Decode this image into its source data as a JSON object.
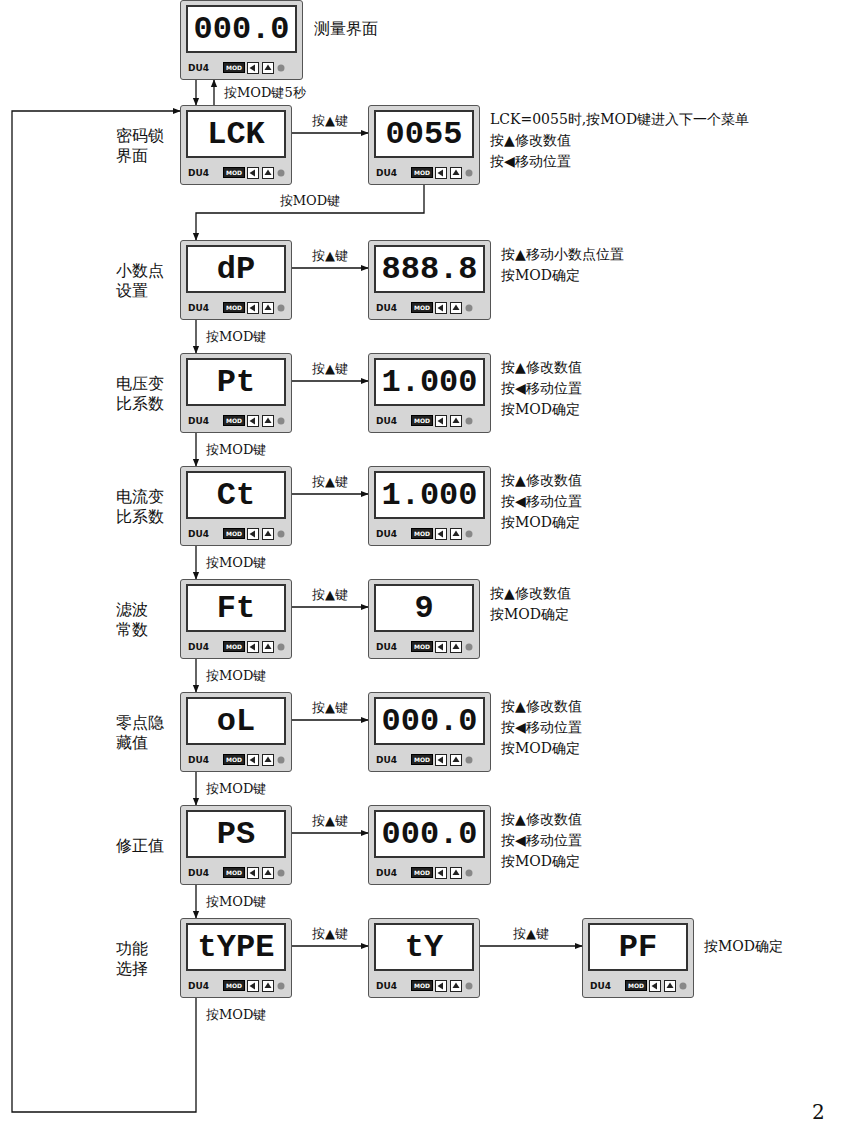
{
  "diagram": {
    "nodes": [
      {
        "text": [
          "测量界面",
          "000.0",
          "DU4",
          "MOD"
        ]
      },
      {
        "text": [
          "密码锁 界面",
          "LCK",
          "DU4",
          "MOD"
        ]
      },
      {
        "text": [
          "0055",
          "DU4",
          "MOD"
        ]
      },
      {
        "text": [
          "小数点 设置",
          "dP",
          "DU4",
          "MOD"
        ]
      },
      {
        "text": [
          "888.8",
          "DU4",
          "MOD"
        ]
      },
      {
        "text": [
          "电压变 比系数",
          "Pt",
          "DU4",
          "MOD"
        ]
      },
      {
        "text": [
          "1.000",
          "DU4",
          "MOD"
        ]
      },
      {
        "text": [
          "电流变 比系数",
          "Ct",
          "DU4",
          "MOD"
        ]
      },
      {
        "text": [
          "1.000",
          "DU4",
          "MOD"
        ]
      },
      {
        "text": [
          "滤波 常数",
          "Ft",
          "DU4",
          "MOD"
        ]
      },
      {
        "text": [
          "9",
          "DU4",
          "MOD"
        ]
      },
      {
        "text": [
          "零点隐 藏值",
          "oL",
          "DU4",
          "MOD"
        ]
      },
      {
        "text": [
          "000.0",
          "DU4",
          "MOD"
        ]
      },
      {
        "text": [
          "修正值",
          "PS",
          "DU4",
          "MOD"
        ]
      },
      {
        "text": [
          "000.0",
          "DU4",
          "MOD"
        ]
      },
      {
        "text": [
          "功能 选择",
          "tYPE",
          "DU4",
          "MOD"
        ]
      },
      {
        "text": [
          "tY",
          "DU4",
          "MOD"
        ]
      },
      {
        "text": [
          "PF",
          "DU4",
          "MOD"
        ]
      }
    ],
    "edges": [
      {
        "from": 0,
        "to": 1,
        "arrow": "to"
      },
      {
        "from": 1,
        "to": 0,
        "label": "按MOD键5秒",
        "arrow": "to"
      },
      {
        "from": 1,
        "to": 2,
        "label": "按▲键",
        "arrow": "to"
      },
      {
        "from": 2,
        "to": 3,
        "label": "按MOD键",
        "arrow": "to"
      },
      {
        "from": 3,
        "to": 4,
        "label": "按▲键",
        "arrow": "to"
      },
      {
        "from": 3,
        "to": 5,
        "label": "按MOD键",
        "arrow": "to"
      },
      {
        "from": 5,
        "to": 6,
        "label": "按▲键",
        "arrow": "to"
      },
      {
        "from": 5,
        "to": 7,
        "label": "按MOD键",
        "arrow": "to"
      },
      {
        "from": 7,
        "to": 8,
        "label": "按▲键",
        "arrow": "to"
      },
      {
        "from": 7,
        "to": 9,
        "label": "按MOD键",
        "arrow": "to"
      },
      {
        "from": 9,
        "to": 10,
        "label": "按▲键",
        "arrow": "to"
      },
      {
        "from": 9,
        "to": 11,
        "label": "按MOD键",
        "arrow": "to"
      },
      {
        "from": 11,
        "to": 12,
        "label": "按▲键",
        "arrow": "to"
      },
      {
        "from": 11,
        "to": 13,
        "label": "按MOD键",
        "arrow": "to"
      },
      {
        "from": 13,
        "to": 14,
        "label": "按▲键",
        "arrow": "to"
      },
      {
        "from": 13,
        "to": 15,
        "label": "按MOD键",
        "arrow": "to"
      },
      {
        "from": 15,
        "to": 16,
        "label": "按▲键",
        "arrow": "to"
      },
      {
        "from": 16,
        "to": 17,
        "label": "按▲键",
        "arrow": "to"
      },
      {
        "from": 15,
        "to": 1,
        "label": "按MOD键",
        "arrow": "to"
      }
    ],
    "labels": [
      "LCK=0055时,按MOD键进入下一个菜单",
      "按▲修改数值",
      "按◀移动位置",
      "按▲移动小数点位置",
      "按MOD确定",
      "按▲修改数值",
      "按◀移动位置",
      "按MOD确定",
      "按▲修改数值",
      "按◀移动位置",
      "按MOD确定",
      "按▲修改数值",
      "按MOD确定",
      "按▲修改数值",
      "按◀移动位置",
      "按MOD确定",
      "按▲修改数值",
      "按◀移动位置",
      "按MOD确定",
      "按MOD确定",
      "2"
    ]
  }
}
